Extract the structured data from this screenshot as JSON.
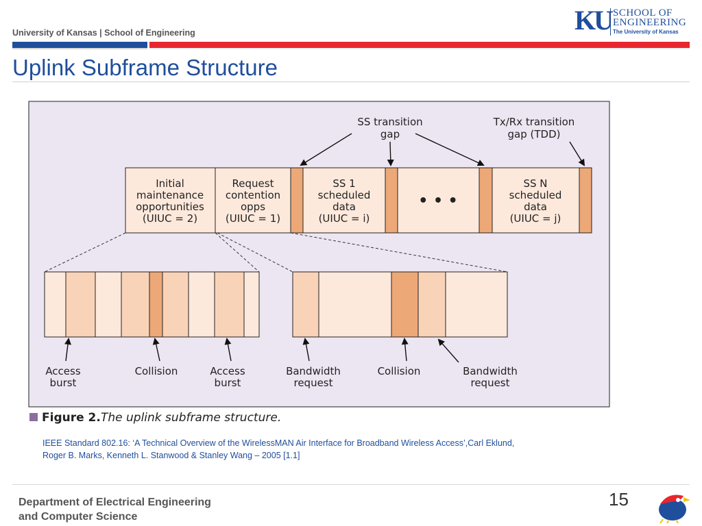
{
  "header": {
    "institution": "University of Kansas | School of Engineering",
    "logo_ku": "KU",
    "logo_line1": "SCHOOL OF",
    "logo_line2": "ENGINEERING",
    "logo_line3": "The University of Kansas"
  },
  "slide": {
    "title": "Uplink Subframe Structure",
    "page_number": "15"
  },
  "figure": {
    "top_labels": {
      "ss_transition_1": "SS transition",
      "ss_transition_2": "gap",
      "txrx_1": "Tx/Rx transition",
      "txrx_2": "gap (TDD)"
    },
    "top_blocks": {
      "initial": [
        "Initial",
        "maintenance",
        "opportunities",
        "(UIUC = 2)"
      ],
      "request": [
        "Request",
        "contention",
        "opps",
        "(UIUC = 1)"
      ],
      "ss1": [
        "SS 1",
        "scheduled",
        "data",
        "(UIUC = i)"
      ],
      "ellipsis": "• • •",
      "ssn": [
        "SS N",
        "scheduled",
        "data",
        "(UIUC = j)"
      ]
    },
    "bottom_labels": {
      "access_burst_1": [
        "Access",
        "burst"
      ],
      "collision_1": [
        "Collision"
      ],
      "access_burst_2": [
        "Access",
        "burst"
      ],
      "bandwidth_request_1": [
        "Bandwidth",
        "request"
      ],
      "collision_2": [
        "Collision"
      ],
      "bandwidth_request_2": [
        "Bandwidth",
        "request"
      ]
    },
    "caption_prefix": "Figure 2.",
    "caption_text": "The uplink subframe structure.",
    "colors": {
      "panel_bg": "#ece6f2",
      "light_fill": "#fde9dc",
      "medium_fill": "#f9d3b8",
      "dark_fill": "#eda877",
      "caption_square": "#8c6fa0"
    }
  },
  "citation": {
    "line1": "IEEE Standard 802.16: ‘A Technical Overview of the WirelessMAN Air Interface for Broadband Wireless Access’,Carl Eklund,",
    "line2": "Roger B. Marks, Kenneth L. Stanwood & Stanley Wang – 2005 [1.1]"
  },
  "footer": {
    "dept_line1": "Department of Electrical Engineering",
    "dept_line2": "and Computer Science"
  }
}
